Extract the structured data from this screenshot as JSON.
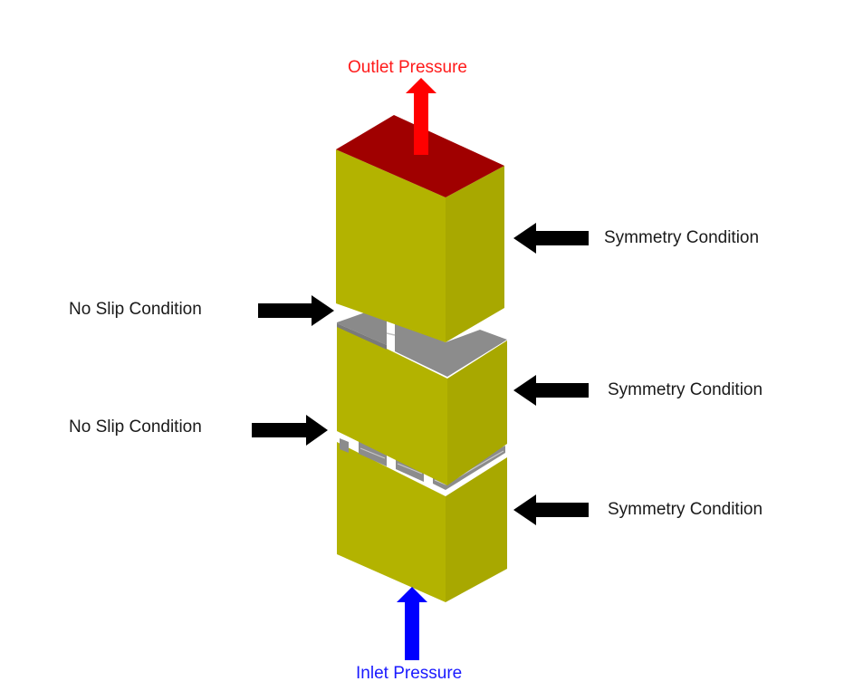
{
  "diagram": {
    "title": "Boundary conditions of stacked fluid domain",
    "labels": {
      "outlet": "Outlet Pressure",
      "inlet": "Inlet Pressure",
      "no_slip_1": "No Slip Condition",
      "no_slip_2": "No Slip Condition",
      "symmetry_1": "Symmetry Condition",
      "symmetry_2": "Symmetry Condition",
      "symmetry_3": "Symmetry Condition"
    },
    "colors": {
      "outlet": "#ff0000",
      "outlet_face": "#a00000",
      "inlet": "#0000ff",
      "domain_front": "#b3b300",
      "domain_right": "#a8a800",
      "wall": "#8a8a8a",
      "arrow": "#000000"
    },
    "blocks": [
      "top",
      "middle",
      "bottom"
    ]
  }
}
